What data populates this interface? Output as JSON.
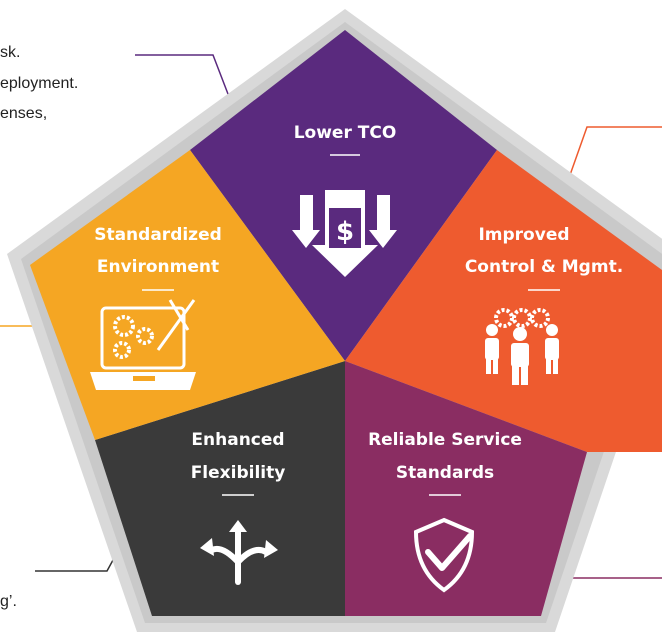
{
  "left_text_fragments": [
    {
      "id": "frag-1",
      "text": "sk."
    },
    {
      "id": "frag-2",
      "text": "eployment."
    },
    {
      "id": "frag-3",
      "text": "enses,"
    },
    {
      "id": "frag-4",
      "text": "g’."
    }
  ],
  "segments": [
    {
      "id": "lower-tco",
      "title_lines": [
        "Lower TCO"
      ],
      "color": "#5a2a7e",
      "icon": "money-down-arrows-icon"
    },
    {
      "id": "improved-control",
      "title_lines": [
        "Improved",
        "Control & Mgmt."
      ],
      "color": "#ee5b2f",
      "icon": "team-gears-icon"
    },
    {
      "id": "reliable-service",
      "title_lines": [
        "Reliable Service",
        "Standards"
      ],
      "color": "#8a2d62",
      "icon": "shield-check-icon"
    },
    {
      "id": "enhanced-flexibility",
      "title_lines": [
        "Enhanced",
        "Flexibility"
      ],
      "color": "#3a3a3a",
      "icon": "branching-arrows-icon"
    },
    {
      "id": "standardized-environment",
      "title_lines": [
        "Standardized",
        "Environment"
      ],
      "color": "#f5a623",
      "icon": "laptop-gears-tools-icon"
    }
  ],
  "colors": {
    "frame": "#d9d9d9",
    "connector_purple": "#5a2a7e",
    "connector_orange": "#ee5b2f",
    "connector_yellow": "#f5a623",
    "connector_dark": "#333333",
    "connector_magenta": "#8a2d62"
  }
}
